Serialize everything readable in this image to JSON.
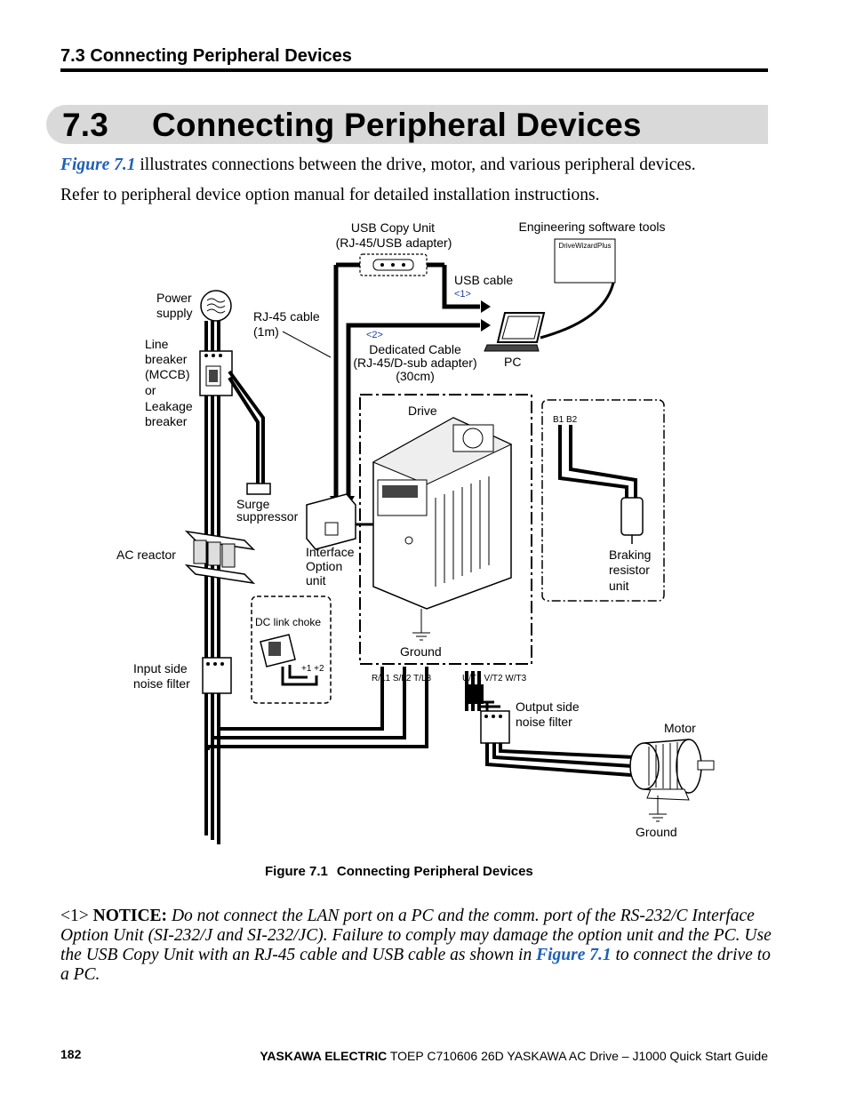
{
  "header": {
    "running_title": "7.3 Connecting Peripheral Devices"
  },
  "section": {
    "number": "7.3",
    "title": "Connecting Peripheral Devices"
  },
  "intro": {
    "xref": "Figure 7.1",
    "line1_rest": " illustrates connections between the drive, motor, and various peripheral devices.",
    "line2": "Refer to peripheral device option manual for detailed installation instructions."
  },
  "figure": {
    "labels": {
      "usb_copy_unit": "USB Copy Unit",
      "usb_copy_unit_sub": "(RJ-45/USB adapter)",
      "eng_tools": "Engineering software tools",
      "drivewizard": "DriveWizardPlus",
      "usb_cable": "USB cable",
      "note1": "<1>",
      "note2": "<2>",
      "power_supply_1": "Power",
      "power_supply_2": "supply",
      "rj45_1": "RJ-45 cable",
      "rj45_2": "(1m)",
      "dedicated_1": "Dedicated Cable",
      "dedicated_2": "(RJ-45/D-sub adapter)",
      "dedicated_3": "(30cm)",
      "pc": "PC",
      "line_breaker": [
        "Line",
        "breaker",
        "(MCCB)",
        "or",
        "Leakage",
        "breaker"
      ],
      "drive": "Drive",
      "b1b2": "B1  B2",
      "surge_1": "Surge",
      "surge_2": "suppressor",
      "ac_reactor": "AC reactor",
      "interface": [
        "Interface",
        "Option",
        "unit"
      ],
      "braking": [
        "Braking",
        "resistor",
        "unit"
      ],
      "dc_link": "DC link choke",
      "plus12": "+1  +2",
      "ground": "Ground",
      "input_filter_1": "Input side",
      "input_filter_2": "noise filter",
      "terminals_in": "R/L1  S/L2  T/L3",
      "terminals_out": "U/T1  V/T2  W/T3",
      "output_filter_1": "Output side",
      "output_filter_2": "noise filter",
      "motor": "Motor",
      "ground_motor": "Ground"
    }
  },
  "caption": {
    "label": "Figure 7.1",
    "title": "Connecting Peripheral Devices"
  },
  "notice": {
    "marker": "<1> ",
    "keyword": "NOTICE:",
    "text_a": " Do not connect the LAN port on a PC and the comm. port of the RS-232/C Interface Option Unit (SI-232/J and SI-232/JC). Failure to comply may damage the option unit and the PC. Use the USB Copy Unit with an RJ-45 cable and USB cable as shown in ",
    "xref": "Figure 7.1",
    "text_b": " to connect the drive to a PC."
  },
  "footer": {
    "page_number": "182",
    "brand": "YASKAWA ELECTRIC",
    "doc": " TOEP C710606 26D YASKAWA AC Drive – J1000 Quick Start Guide"
  }
}
